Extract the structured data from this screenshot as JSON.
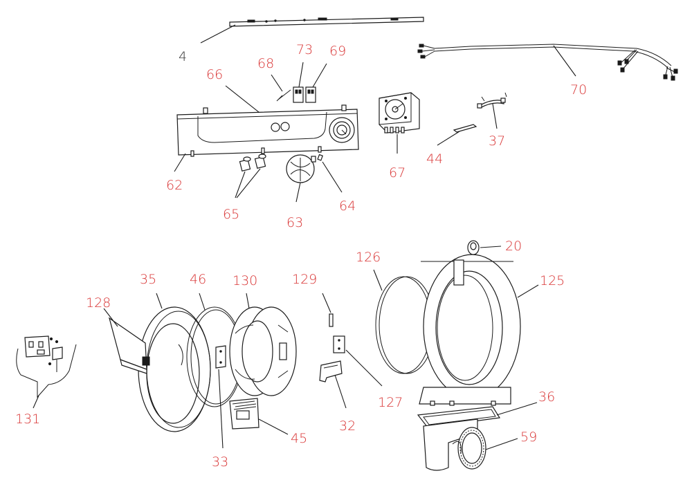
{
  "diagram": {
    "label_color": "#d93636",
    "label_color_black": "#333333",
    "line_color": "#1a1a1a",
    "callouts": {
      "c4": "4",
      "c73": "73",
      "c69": "69",
      "c68": "68",
      "c66": "66",
      "c70": "70",
      "c37": "37",
      "c44": "44",
      "c67": "67",
      "c62": "62",
      "c65": "65",
      "c63": "63",
      "c64": "64",
      "c20": "20",
      "c126": "126",
      "c125": "125",
      "c35": "35",
      "c46": "46",
      "c130": "130",
      "c129": "129",
      "c128": "128",
      "c127": "127",
      "c36": "36",
      "c131": "131",
      "c32": "32",
      "c45": "45",
      "c33": "33",
      "c59": "59"
    }
  }
}
